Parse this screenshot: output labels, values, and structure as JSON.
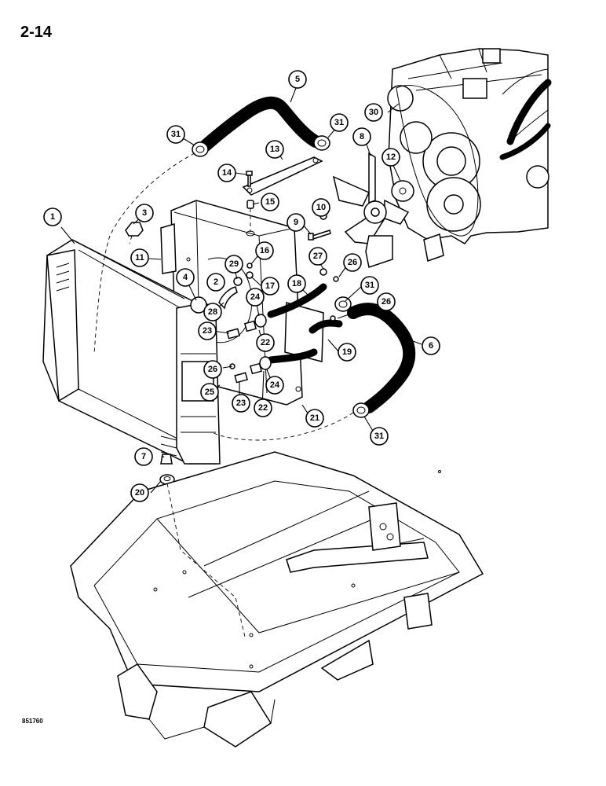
{
  "page": {
    "number": "2-14",
    "drawing_code": "851760"
  },
  "callouts": [
    {
      "id": "c1",
      "label": "1"
    },
    {
      "id": "c2",
      "label": "2"
    },
    {
      "id": "c3",
      "label": "3"
    },
    {
      "id": "c4",
      "label": "4"
    },
    {
      "id": "c5",
      "label": "5"
    },
    {
      "id": "c6",
      "label": "6"
    },
    {
      "id": "c7",
      "label": "7"
    },
    {
      "id": "c8",
      "label": "8"
    },
    {
      "id": "c9",
      "label": "9"
    },
    {
      "id": "c10",
      "label": "10"
    },
    {
      "id": "c11",
      "label": "11"
    },
    {
      "id": "c12",
      "label": "12"
    },
    {
      "id": "c13",
      "label": "13"
    },
    {
      "id": "c14",
      "label": "14"
    },
    {
      "id": "c15",
      "label": "15"
    },
    {
      "id": "c16",
      "label": "16"
    },
    {
      "id": "c17",
      "label": "17"
    },
    {
      "id": "c18",
      "label": "18"
    },
    {
      "id": "c19",
      "label": "19"
    },
    {
      "id": "c20",
      "label": "20"
    },
    {
      "id": "c21",
      "label": "21"
    },
    {
      "id": "c22a",
      "label": "22"
    },
    {
      "id": "c22b",
      "label": "22"
    },
    {
      "id": "c23a",
      "label": "23"
    },
    {
      "id": "c23b",
      "label": "23"
    },
    {
      "id": "c24a",
      "label": "24"
    },
    {
      "id": "c24b",
      "label": "24"
    },
    {
      "id": "c25",
      "label": "25"
    },
    {
      "id": "c26a",
      "label": "26"
    },
    {
      "id": "c26b",
      "label": "26"
    },
    {
      "id": "c26c",
      "label": "26"
    },
    {
      "id": "c27",
      "label": "27"
    },
    {
      "id": "c28",
      "label": "28"
    },
    {
      "id": "c29",
      "label": "29"
    },
    {
      "id": "c30",
      "label": "30"
    },
    {
      "id": "c31a",
      "label": "31"
    },
    {
      "id": "c31b",
      "label": "31"
    },
    {
      "id": "c31c",
      "label": "31"
    },
    {
      "id": "c31d",
      "label": "31"
    }
  ]
}
